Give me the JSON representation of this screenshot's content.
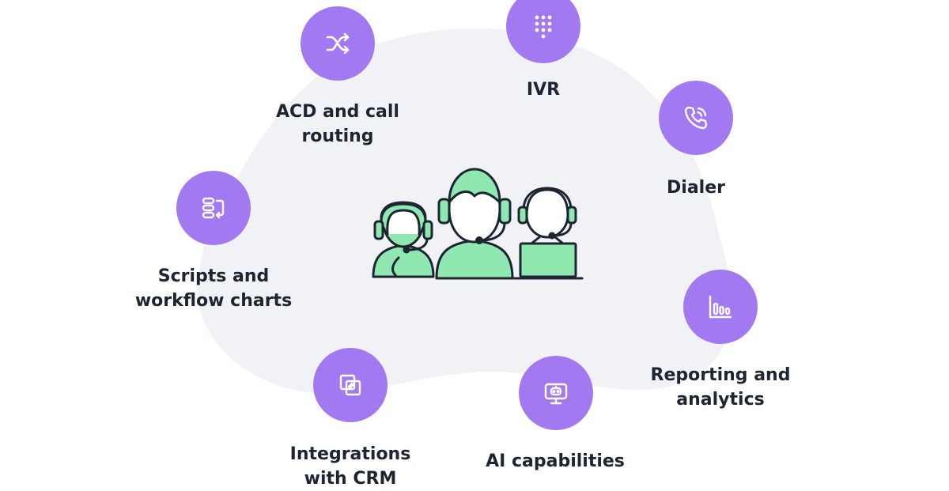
{
  "colors": {
    "blob": "#f1f2f6",
    "circle": "#a379f1",
    "icon": "#ffffff",
    "agent_fill": "#8fe8b0",
    "agent_stroke": "#1d2533",
    "label_text": "#1d2533"
  },
  "features": [
    {
      "id": "ivr",
      "icon": "keypad-icon",
      "lines": [
        "IVR"
      ]
    },
    {
      "id": "acd",
      "icon": "shuffle-icon",
      "lines": [
        "ACD and call",
        "routing"
      ]
    },
    {
      "id": "dialer",
      "icon": "phone-call-icon",
      "lines": [
        "Dialer"
      ]
    },
    {
      "id": "scripts",
      "icon": "workflow-icon",
      "lines": [
        "Scripts and",
        "workflow charts"
      ]
    },
    {
      "id": "reporting",
      "icon": "bar-chart-icon",
      "lines": [
        "Reporting and",
        "analytics"
      ]
    },
    {
      "id": "integrations",
      "icon": "integration-icon",
      "lines": [
        "Integrations",
        "with CRM"
      ]
    },
    {
      "id": "ai",
      "icon": "robot-icon",
      "lines": [
        "AI capabilities"
      ]
    }
  ],
  "center_graphic": {
    "icon": "call-center-agents-icon"
  }
}
